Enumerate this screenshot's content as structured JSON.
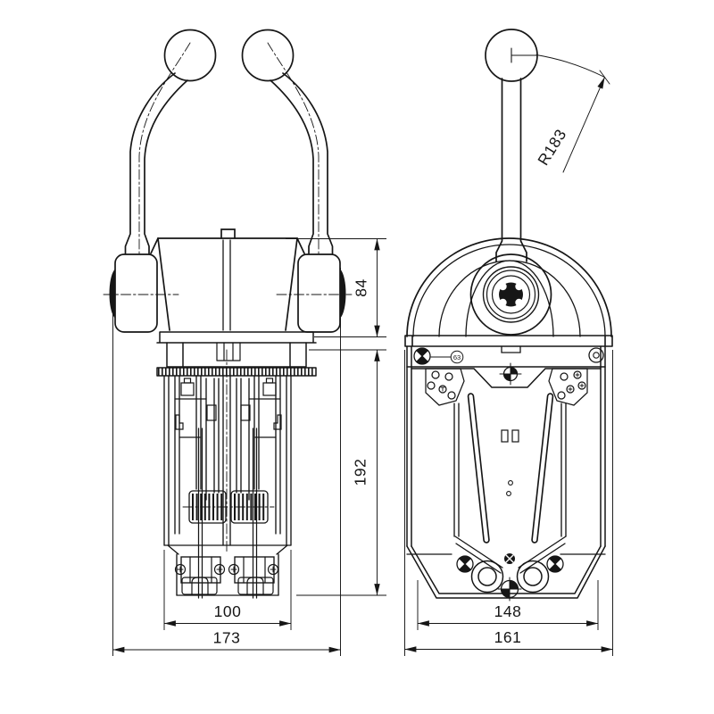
{
  "drawing": {
    "type": "technical-drawing",
    "description": "two-view dimensioned drawing of a dual-lever / single-lever marine engine control head",
    "colors": {
      "background": "#ffffff",
      "line": "#161616"
    },
    "dimensions": {
      "d84": "84",
      "d192": "192",
      "d100": "100",
      "d173": "173",
      "d148": "148",
      "d161": "161",
      "r183": "R183",
      "balloon_63": "63"
    }
  }
}
